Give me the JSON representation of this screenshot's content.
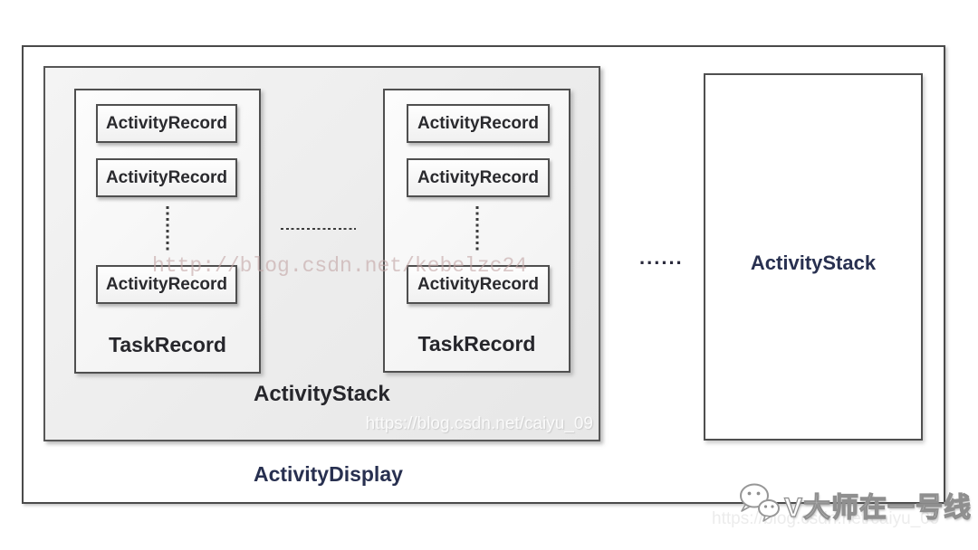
{
  "diagram": {
    "outer_label": "ActivityDisplay",
    "main_stack": {
      "label": "ActivityStack",
      "task_records": [
        {
          "label": "TaskRecord",
          "activities": [
            "ActivityRecord",
            "ActivityRecord",
            "ActivityRecord"
          ]
        },
        {
          "label": "TaskRecord",
          "activities": [
            "ActivityRecord",
            "ActivityRecord",
            "ActivityRecord"
          ]
        }
      ]
    },
    "right_stack": {
      "label": "ActivityStack"
    },
    "ellipsis": "......"
  },
  "watermarks": {
    "center": "http://blog.csdn.net/kebelzc24",
    "stack": "https://blog.csdn.net/caiyu_09",
    "bottom": "https://blog.csdn.net/caiyu_09"
  },
  "branding": {
    "logo_text": "V大师在一号线",
    "logo_icon": "wechat-icon"
  },
  "colors": {
    "stack_fill": "#ececec",
    "border_dark": "#4f4f4f",
    "label_dark": "#26262b",
    "label_navy": "#283050",
    "watermark_pink": "#c4a6a6",
    "watermark_light": "#ececec"
  }
}
